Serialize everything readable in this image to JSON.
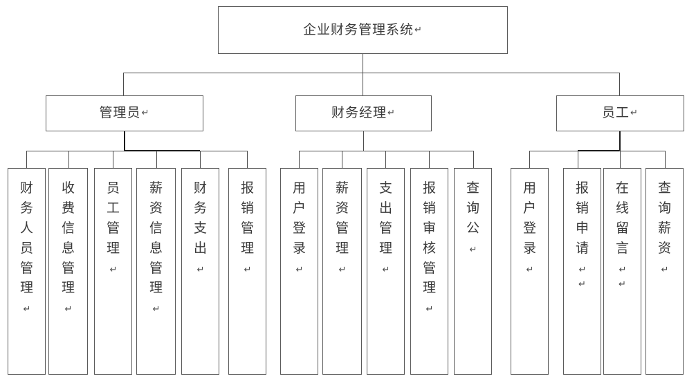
{
  "diagram": {
    "title": "企业财务管理系统",
    "type": "organization-hierarchy",
    "return_mark": "↵",
    "colors": {
      "box_border": "#5a5a5a",
      "line": "#4a4a4a",
      "line_bold": "#1c1c1c",
      "text": "#3a3a3a",
      "background": "#ffffff"
    },
    "root": {
      "label": "企业财务管理系统",
      "return_mark": "↵"
    },
    "level2": [
      {
        "label": "管理员",
        "return_mark": "↵"
      },
      {
        "label": "财务经理",
        "return_mark": "↵"
      },
      {
        "label": "员工",
        "return_mark": "↵"
      }
    ],
    "branches": [
      {
        "parent": "管理员",
        "leaves": [
          {
            "label": "财务人员管理",
            "return_mark": "↵",
            "trailing_blank_line": false
          },
          {
            "label": "收费信息管理",
            "return_mark": "↵",
            "trailing_blank_line": false
          },
          {
            "label": "员工管理",
            "return_mark": "↵",
            "trailing_blank_line": false
          },
          {
            "label": "薪资信息管理",
            "return_mark": "↵",
            "trailing_blank_line": false
          },
          {
            "label": "财务支出",
            "return_mark": "↵",
            "trailing_blank_line": false
          },
          {
            "label": "报销管理",
            "return_mark": "↵",
            "trailing_blank_line": false
          }
        ]
      },
      {
        "parent": "财务经理",
        "leaves": [
          {
            "label": "用户登录",
            "return_mark": "↵",
            "trailing_blank_line": false
          },
          {
            "label": "薪资管理",
            "return_mark": "↵",
            "trailing_blank_line": false
          },
          {
            "label": "支出管理",
            "return_mark": "↵",
            "trailing_blank_line": false
          },
          {
            "label": "报销审核管理",
            "return_mark": "↵",
            "trailing_blank_line": false
          },
          {
            "label": "查询公",
            "return_mark": "↵",
            "trailing_blank_line": false
          }
        ]
      },
      {
        "parent": "员工",
        "leaves": [
          {
            "label": "用户登录",
            "return_mark": "↵",
            "trailing_blank_line": false
          },
          {
            "label": "报销申请",
            "return_mark": "↵",
            "trailing_blank_line": true
          },
          {
            "label": "在线留言",
            "return_mark": "↵",
            "trailing_blank_line": true
          },
          {
            "label": "查询薪资",
            "return_mark": "↵",
            "trailing_blank_line": false
          }
        ]
      }
    ]
  }
}
